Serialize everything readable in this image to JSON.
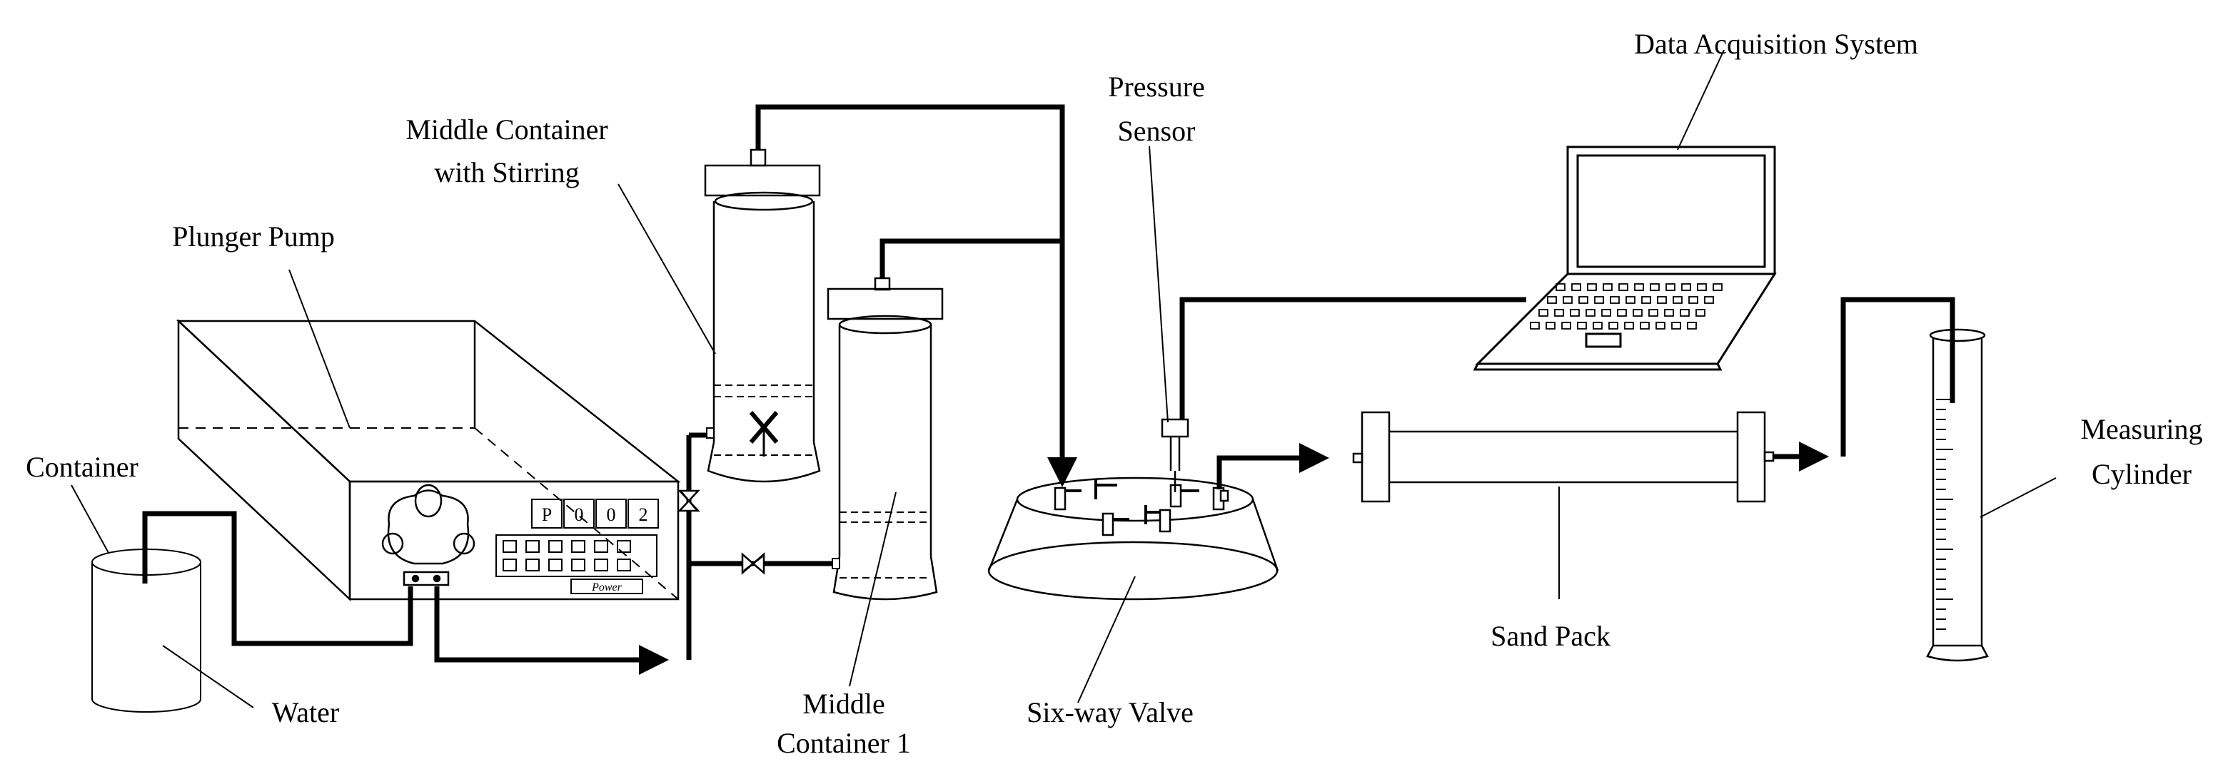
{
  "labels": {
    "data_acquisition": "Data Acquisition System",
    "pressure_sensor_1": "Pressure",
    "pressure_sensor_2": "Sensor",
    "middle_stirring_1": "Middle Container",
    "middle_stirring_2": "with Stirring",
    "plunger_pump": "Plunger Pump",
    "container": "Container",
    "water": "Water",
    "middle_container_1a": "Middle",
    "middle_container_1b": "Container 1",
    "six_way_valve": "Six-way Valve",
    "sand_pack": "Sand Pack",
    "measuring_cylinder_1": "Measuring",
    "measuring_cylinder_2": "Cylinder"
  },
  "pump": {
    "display_chars": [
      "P",
      "0",
      "0",
      "2"
    ],
    "power_label": "Power"
  }
}
